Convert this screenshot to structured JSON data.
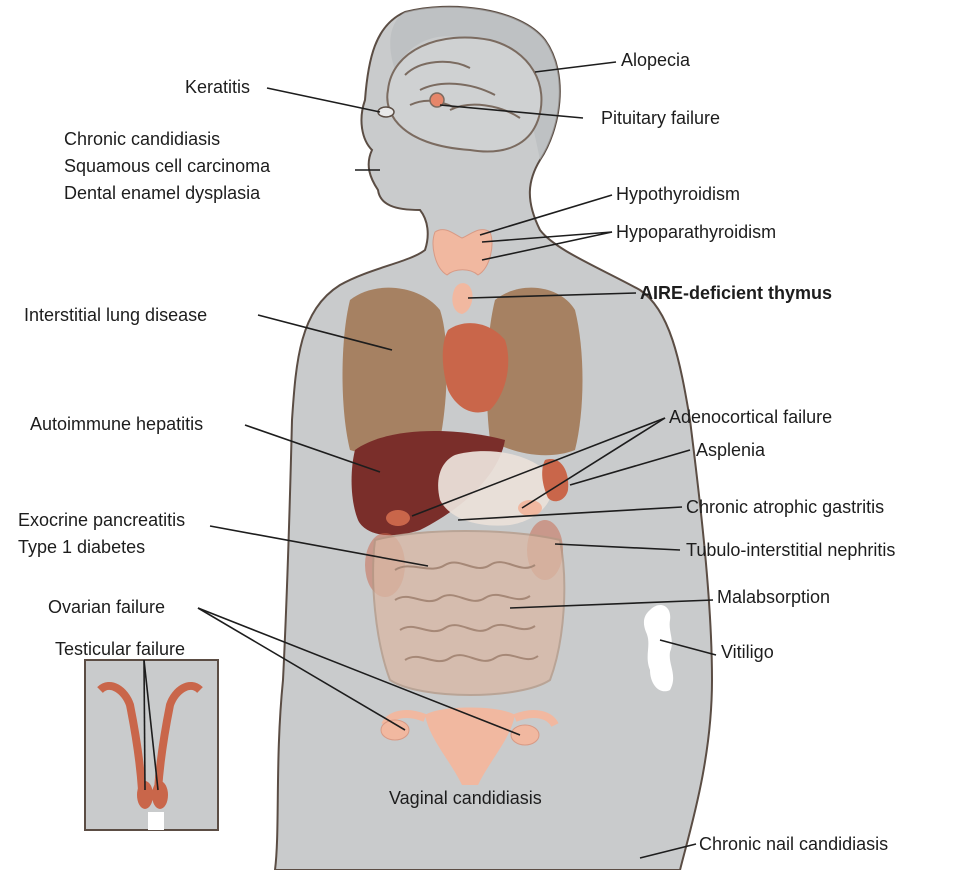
{
  "labels": {
    "alopecia": "Alopecia",
    "keratitis": "Keratitis",
    "pituitary": "Pituitary failure",
    "oral_1": "Chronic candidiasis",
    "oral_2": "Squamous cell carcinoma",
    "oral_3": "Dental enamel dysplasia",
    "hypothyroidism": "Hypothyroidism",
    "hypoparathyroidism": "Hypoparathyroidism",
    "thymus": "AIRE-deficient thymus",
    "lung": "Interstitial lung disease",
    "hepatitis": "Autoimmune hepatitis",
    "adrenal": "Adenocortical failure",
    "asplenia": "Asplenia",
    "pancreas_1": "Exocrine pancreatitis",
    "pancreas_2": "Type 1 diabetes",
    "gastritis": "Chronic atrophic gastritis",
    "nephritis": "Tubulo-interstitial nephritis",
    "malabsorption": "Malabsorption",
    "ovarian": "Ovarian failure",
    "testicular": "Testicular failure",
    "vitiligo": "Vitiligo",
    "vaginal": "Vaginal candidiasis",
    "nail": "Chronic nail candidiasis"
  },
  "colors": {
    "body": "#c9cbcc",
    "outline": "#5b4d44",
    "lung": "#a37b59",
    "liver": "#7a2e2a",
    "heart": "#c9664a",
    "endocrine": "#f1b8a0",
    "gland": "#e6866a",
    "intestine": "#d9b8a5",
    "line": "#1d1d1d"
  }
}
